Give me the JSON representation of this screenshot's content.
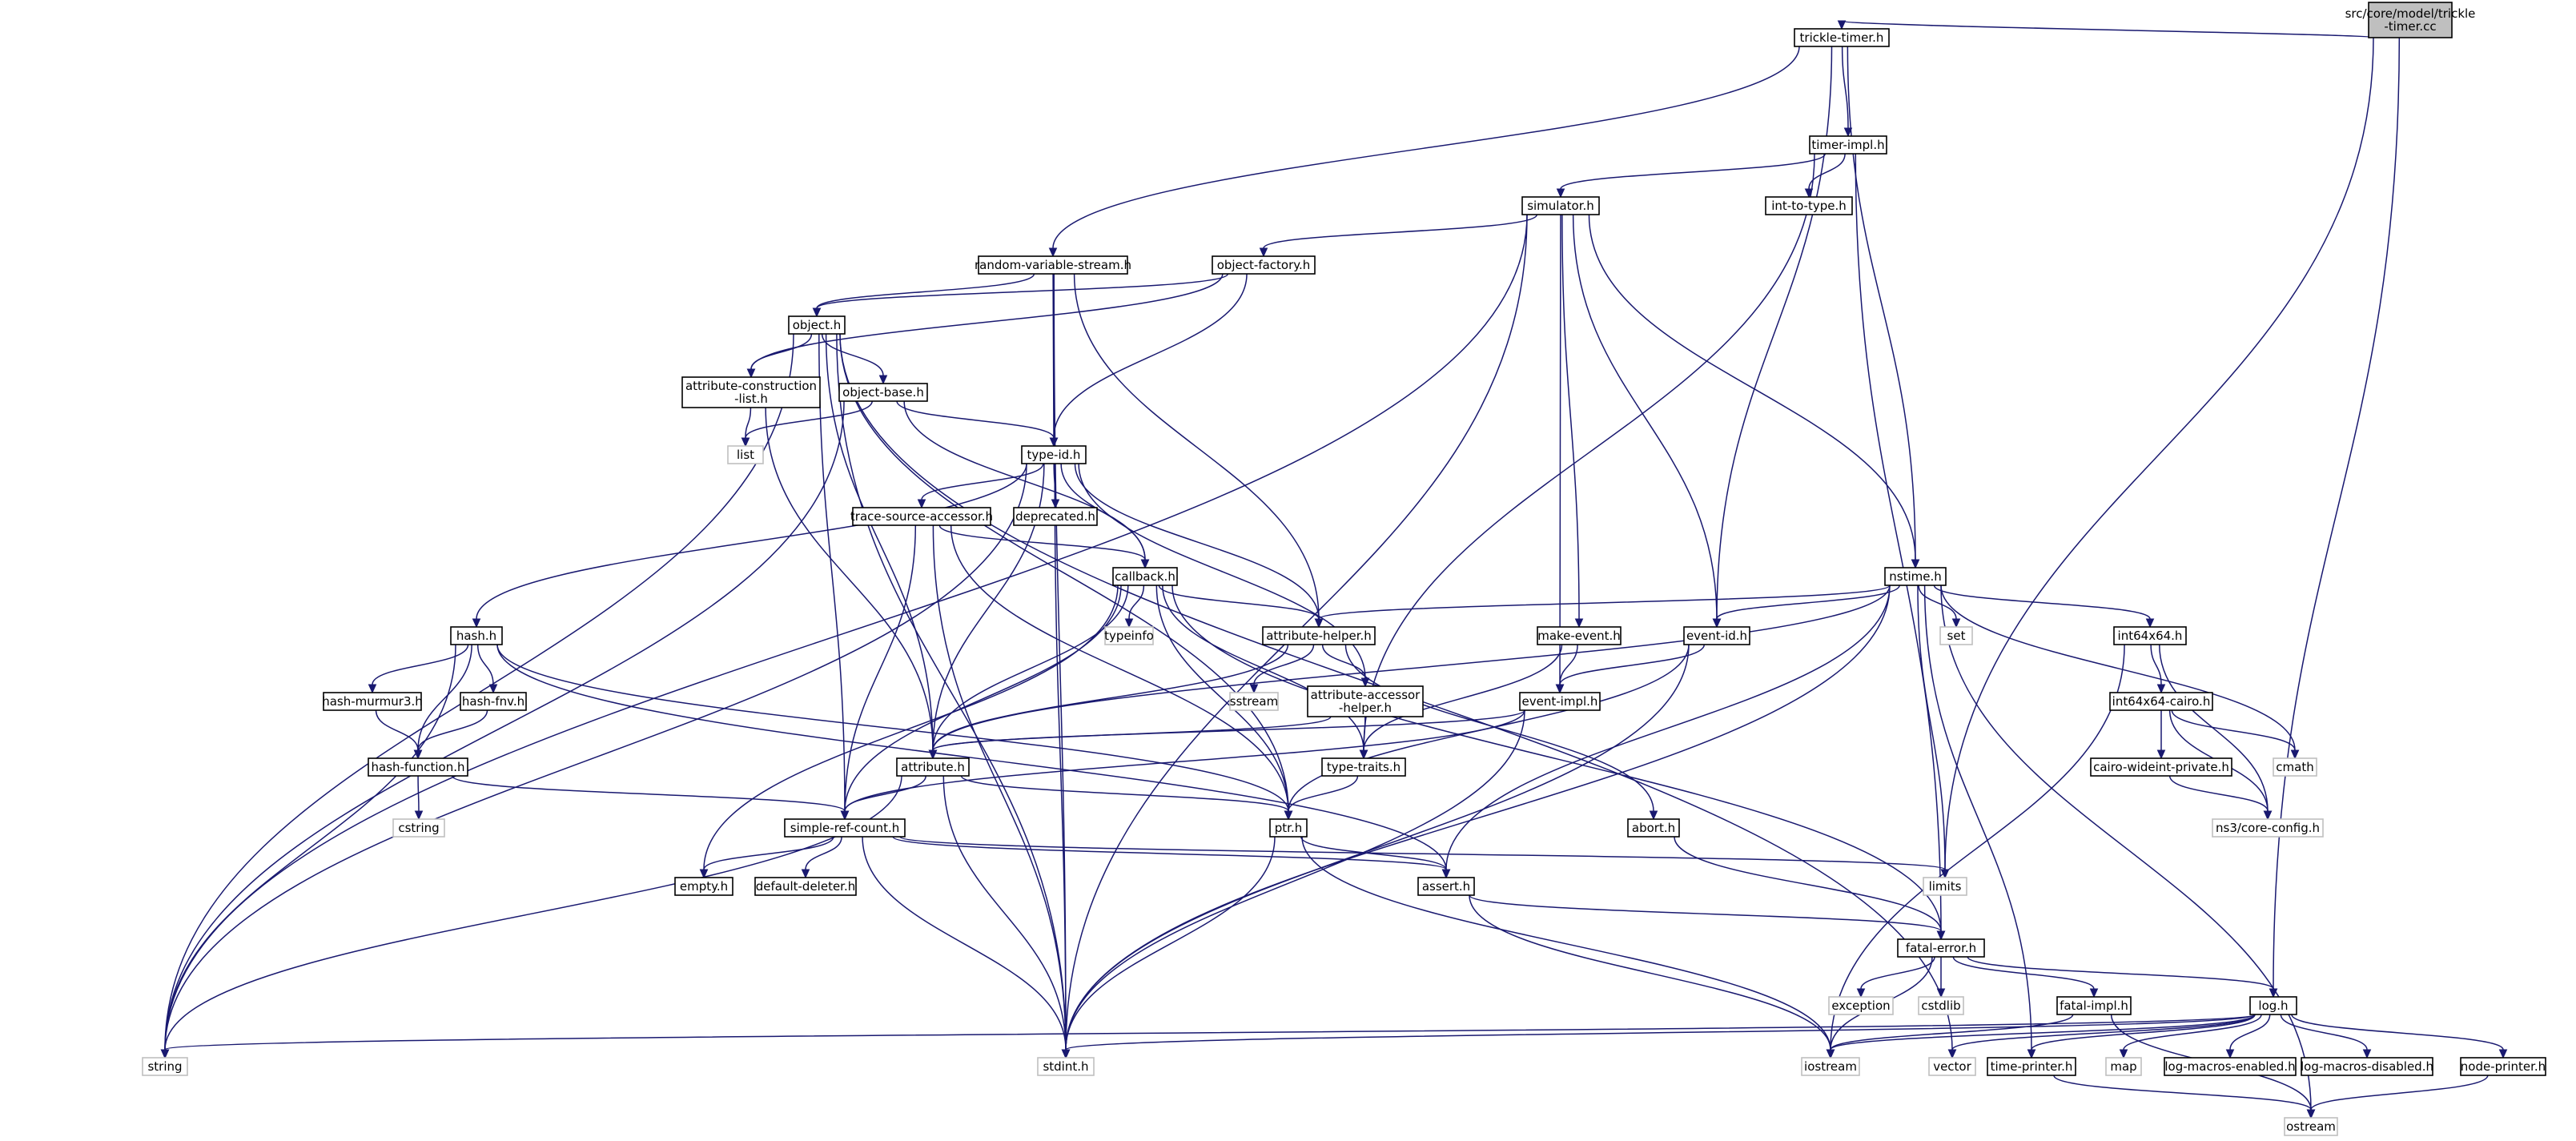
{
  "diagram": {
    "type": "include-dependency-graph",
    "nodes": [
      {
        "id": "root",
        "lines": [
          "src/core/model/trickle",
          "-timer.cc"
        ],
        "kind": "root"
      },
      {
        "id": "trickle_timer_h",
        "lines": [
          "trickle-timer.h"
        ],
        "kind": "file"
      },
      {
        "id": "timer_impl_h",
        "lines": [
          "timer-impl.h"
        ],
        "kind": "file"
      },
      {
        "id": "int_to_type_h",
        "lines": [
          "int-to-type.h"
        ],
        "kind": "file"
      },
      {
        "id": "simulator_h",
        "lines": [
          "simulator.h"
        ],
        "kind": "file"
      },
      {
        "id": "random_variable_stream_h",
        "lines": [
          "random-variable-stream.h"
        ],
        "kind": "file"
      },
      {
        "id": "object_factory_h",
        "lines": [
          "object-factory.h"
        ],
        "kind": "file"
      },
      {
        "id": "object_h",
        "lines": [
          "object.h"
        ],
        "kind": "file"
      },
      {
        "id": "attribute_construction_list_h",
        "lines": [
          "attribute-construction",
          "-list.h"
        ],
        "kind": "file"
      },
      {
        "id": "object_base_h",
        "lines": [
          "object-base.h"
        ],
        "kind": "file"
      },
      {
        "id": "list",
        "lines": [
          "list"
        ],
        "kind": "system"
      },
      {
        "id": "type_id_h",
        "lines": [
          "type-id.h"
        ],
        "kind": "file"
      },
      {
        "id": "trace_source_accessor_h",
        "lines": [
          "trace-source-accessor.h"
        ],
        "kind": "file"
      },
      {
        "id": "deprecated_h",
        "lines": [
          "deprecated.h"
        ],
        "kind": "file"
      },
      {
        "id": "callback_h",
        "lines": [
          "callback.h"
        ],
        "kind": "file"
      },
      {
        "id": "typeinfo",
        "lines": [
          "typeinfo"
        ],
        "kind": "system"
      },
      {
        "id": "attribute_helper_h",
        "lines": [
          "attribute-helper.h"
        ],
        "kind": "file"
      },
      {
        "id": "sstream",
        "lines": [
          "sstream"
        ],
        "kind": "system"
      },
      {
        "id": "attribute_accessor_helper_h",
        "lines": [
          "attribute-accessor",
          "-helper.h"
        ],
        "kind": "file"
      },
      {
        "id": "hash_h",
        "lines": [
          "hash.h"
        ],
        "kind": "file"
      },
      {
        "id": "hash_murmur3_h",
        "lines": [
          "hash-murmur3.h"
        ],
        "kind": "file"
      },
      {
        "id": "hash_fnv_h",
        "lines": [
          "hash-fnv.h"
        ],
        "kind": "file"
      },
      {
        "id": "hash_function_h",
        "lines": [
          "hash-function.h"
        ],
        "kind": "file"
      },
      {
        "id": "cstring",
        "lines": [
          "cstring"
        ],
        "kind": "system"
      },
      {
        "id": "attribute_h",
        "lines": [
          "attribute.h"
        ],
        "kind": "file"
      },
      {
        "id": "simple_ref_count_h",
        "lines": [
          "simple-ref-count.h"
        ],
        "kind": "file"
      },
      {
        "id": "empty_h",
        "lines": [
          "empty.h"
        ],
        "kind": "file"
      },
      {
        "id": "default_deleter_h",
        "lines": [
          "default-deleter.h"
        ],
        "kind": "file"
      },
      {
        "id": "type_traits_h",
        "lines": [
          "type-traits.h"
        ],
        "kind": "file"
      },
      {
        "id": "ptr_h",
        "lines": [
          "ptr.h"
        ],
        "kind": "file"
      },
      {
        "id": "assert_h",
        "lines": [
          "assert.h"
        ],
        "kind": "file"
      },
      {
        "id": "make_event_h",
        "lines": [
          "make-event.h"
        ],
        "kind": "file"
      },
      {
        "id": "event_impl_h",
        "lines": [
          "event-impl.h"
        ],
        "kind": "file"
      },
      {
        "id": "event_id_h",
        "lines": [
          "event-id.h"
        ],
        "kind": "file"
      },
      {
        "id": "nstime_h",
        "lines": [
          "nstime.h"
        ],
        "kind": "file"
      },
      {
        "id": "set",
        "lines": [
          "set"
        ],
        "kind": "system"
      },
      {
        "id": "int64x64_h",
        "lines": [
          "int64x64.h"
        ],
        "kind": "file"
      },
      {
        "id": "int64x64_cairo_h",
        "lines": [
          "int64x64-cairo.h"
        ],
        "kind": "file"
      },
      {
        "id": "cmath",
        "lines": [
          "cmath"
        ],
        "kind": "system"
      },
      {
        "id": "cairo_wideint_private_h",
        "lines": [
          "cairo-wideint-private.h"
        ],
        "kind": "file"
      },
      {
        "id": "ns3_core_config_h",
        "lines": [
          "ns3/core-config.h"
        ],
        "kind": "system"
      },
      {
        "id": "abort_h",
        "lines": [
          "abort.h"
        ],
        "kind": "file"
      },
      {
        "id": "limits",
        "lines": [
          "limits"
        ],
        "kind": "system"
      },
      {
        "id": "fatal_error_h",
        "lines": [
          "fatal-error.h"
        ],
        "kind": "file"
      },
      {
        "id": "exception",
        "lines": [
          "exception"
        ],
        "kind": "system"
      },
      {
        "id": "cstdlib",
        "lines": [
          "cstdlib"
        ],
        "kind": "system"
      },
      {
        "id": "fatal_impl_h",
        "lines": [
          "fatal-impl.h"
        ],
        "kind": "file"
      },
      {
        "id": "log_h",
        "lines": [
          "log.h"
        ],
        "kind": "file"
      },
      {
        "id": "iostream",
        "lines": [
          "iostream"
        ],
        "kind": "system"
      },
      {
        "id": "vector",
        "lines": [
          "vector"
        ],
        "kind": "system"
      },
      {
        "id": "time_printer_h",
        "lines": [
          "time-printer.h"
        ],
        "kind": "file"
      },
      {
        "id": "map",
        "lines": [
          "map"
        ],
        "kind": "system"
      },
      {
        "id": "log_macros_enabled_h",
        "lines": [
          "log-macros-enabled.h"
        ],
        "kind": "file"
      },
      {
        "id": "log_macros_disabled_h",
        "lines": [
          "log-macros-disabled.h"
        ],
        "kind": "file"
      },
      {
        "id": "node_printer_h",
        "lines": [
          "node-printer.h"
        ],
        "kind": "file"
      },
      {
        "id": "ostream",
        "lines": [
          "ostream"
        ],
        "kind": "system"
      },
      {
        "id": "string",
        "lines": [
          "string"
        ],
        "kind": "system"
      },
      {
        "id": "stdint_h",
        "lines": [
          "stdint.h"
        ],
        "kind": "system"
      }
    ],
    "edges": [
      [
        "root",
        "trickle_timer_h"
      ],
      [
        "root",
        "limits"
      ],
      [
        "root",
        "log_h"
      ],
      [
        "trickle_timer_h",
        "timer_impl_h"
      ],
      [
        "trickle_timer_h",
        "random_variable_stream_h"
      ],
      [
        "trickle_timer_h",
        "event_id_h"
      ],
      [
        "trickle_timer_h",
        "nstime_h"
      ],
      [
        "timer_impl_h",
        "simulator_h"
      ],
      [
        "timer_impl_h",
        "int_to_type_h"
      ],
      [
        "timer_impl_h",
        "type_traits_h"
      ],
      [
        "timer_impl_h",
        "fatal_error_h"
      ],
      [
        "simulator_h",
        "object_factory_h"
      ],
      [
        "simulator_h",
        "string"
      ],
      [
        "simulator_h",
        "stdint_h"
      ],
      [
        "simulator_h",
        "event_impl_h"
      ],
      [
        "simulator_h",
        "make_event_h"
      ],
      [
        "simulator_h",
        "event_id_h"
      ],
      [
        "simulator_h",
        "nstime_h"
      ],
      [
        "random_variable_stream_h",
        "object_h"
      ],
      [
        "random_variable_stream_h",
        "type_id_h"
      ],
      [
        "random_variable_stream_h",
        "attribute_helper_h"
      ],
      [
        "random_variable_stream_h",
        "stdint_h"
      ],
      [
        "object_factory_h",
        "object_h"
      ],
      [
        "object_factory_h",
        "attribute_construction_list_h"
      ],
      [
        "object_factory_h",
        "type_id_h"
      ],
      [
        "object_h",
        "attribute_construction_list_h"
      ],
      [
        "object_h",
        "object_base_h"
      ],
      [
        "object_h",
        "string"
      ],
      [
        "object_h",
        "stdint_h"
      ],
      [
        "object_h",
        "simple_ref_count_h"
      ],
      [
        "object_h",
        "attribute_h"
      ],
      [
        "object_h",
        "ptr_h"
      ],
      [
        "object_h",
        "vector"
      ],
      [
        "attribute_construction_list_h",
        "list"
      ],
      [
        "attribute_construction_list_h",
        "attribute_h"
      ],
      [
        "object_base_h",
        "list"
      ],
      [
        "object_base_h",
        "type_id_h"
      ],
      [
        "object_base_h",
        "callback_h"
      ],
      [
        "object_base_h",
        "string"
      ],
      [
        "type_id_h",
        "trace_source_accessor_h"
      ],
      [
        "type_id_h",
        "deprecated_h"
      ],
      [
        "type_id_h",
        "callback_h"
      ],
      [
        "type_id_h",
        "attribute_helper_h"
      ],
      [
        "type_id_h",
        "attribute_accessor_helper_h"
      ],
      [
        "type_id_h",
        "hash_h"
      ],
      [
        "type_id_h",
        "attribute_h"
      ],
      [
        "type_id_h",
        "string"
      ],
      [
        "type_id_h",
        "stdint_h"
      ],
      [
        "trace_source_accessor_h",
        "callback_h"
      ],
      [
        "trace_source_accessor_h",
        "simple_ref_count_h"
      ],
      [
        "trace_source_accessor_h",
        "ptr_h"
      ],
      [
        "trace_source_accessor_h",
        "stdint_h"
      ],
      [
        "callback_h",
        "typeinfo"
      ],
      [
        "callback_h",
        "attribute_helper_h"
      ],
      [
        "callback_h",
        "attribute_h"
      ],
      [
        "callback_h",
        "simple_ref_count_h"
      ],
      [
        "callback_h",
        "type_traits_h"
      ],
      [
        "callback_h",
        "ptr_h"
      ],
      [
        "callback_h",
        "empty_h"
      ],
      [
        "callback_h",
        "fatal_error_h"
      ],
      [
        "attribute_helper_h",
        "sstream"
      ],
      [
        "attribute_helper_h",
        "attribute_accessor_helper_h"
      ],
      [
        "attribute_helper_h",
        "attribute_h"
      ],
      [
        "attribute_helper_h",
        "abort_h"
      ],
      [
        "attribute_accessor_helper_h",
        "attribute_h"
      ],
      [
        "attribute_accessor_helper_h",
        "type_traits_h"
      ],
      [
        "hash_h",
        "hash_murmur3_h"
      ],
      [
        "hash_h",
        "hash_fnv_h"
      ],
      [
        "hash_h",
        "hash_function_h"
      ],
      [
        "hash_h",
        "assert_h"
      ],
      [
        "hash_h",
        "ptr_h"
      ],
      [
        "hash_h",
        "string"
      ],
      [
        "hash_murmur3_h",
        "hash_function_h"
      ],
      [
        "hash_fnv_h",
        "hash_function_h"
      ],
      [
        "hash_function_h",
        "cstring"
      ],
      [
        "hash_function_h",
        "simple_ref_count_h"
      ],
      [
        "attribute_h",
        "simple_ref_count_h"
      ],
      [
        "attribute_h",
        "ptr_h"
      ],
      [
        "attribute_h",
        "string"
      ],
      [
        "attribute_h",
        "stdint_h"
      ],
      [
        "simple_ref_count_h",
        "empty_h"
      ],
      [
        "simple_ref_count_h",
        "default_deleter_h"
      ],
      [
        "simple_ref_count_h",
        "assert_h"
      ],
      [
        "simple_ref_count_h",
        "limits"
      ],
      [
        "simple_ref_count_h",
        "stdint_h"
      ],
      [
        "type_traits_h",
        "ptr_h"
      ],
      [
        "ptr_h",
        "assert_h"
      ],
      [
        "ptr_h",
        "iostream"
      ],
      [
        "ptr_h",
        "stdint_h"
      ],
      [
        "assert_h",
        "fatal_error_h"
      ],
      [
        "assert_h",
        "iostream"
      ],
      [
        "make_event_h",
        "event_impl_h"
      ],
      [
        "make_event_h",
        "type_traits_h"
      ],
      [
        "event_impl_h",
        "simple_ref_count_h"
      ],
      [
        "event_impl_h",
        "attribute_h"
      ],
      [
        "event_impl_h",
        "stdint_h"
      ],
      [
        "event_id_h",
        "event_impl_h"
      ],
      [
        "event_id_h",
        "ptr_h"
      ],
      [
        "event_id_h",
        "stdint_h"
      ],
      [
        "nstime_h",
        "event_id_h"
      ],
      [
        "nstime_h",
        "set"
      ],
      [
        "nstime_h",
        "int64x64_h"
      ],
      [
        "nstime_h",
        "attribute_helper_h"
      ],
      [
        "nstime_h",
        "attribute_h"
      ],
      [
        "nstime_h",
        "assert_h"
      ],
      [
        "nstime_h",
        "limits"
      ],
      [
        "nstime_h",
        "cmath"
      ],
      [
        "nstime_h",
        "ostream"
      ],
      [
        "nstime_h",
        "stdint_h"
      ],
      [
        "nstime_h",
        "time_printer_h"
      ],
      [
        "int64x64_h",
        "int64x64_cairo_h"
      ],
      [
        "int64x64_h",
        "ns3_core_config_h"
      ],
      [
        "int64x64_h",
        "iostream"
      ],
      [
        "int64x64_cairo_h",
        "cairo_wideint_private_h"
      ],
      [
        "int64x64_cairo_h",
        "cmath"
      ],
      [
        "int64x64_cairo_h",
        "ns3_core_config_h"
      ],
      [
        "cairo_wideint_private_h",
        "ns3_core_config_h"
      ],
      [
        "abort_h",
        "fatal_error_h"
      ],
      [
        "fatal_error_h",
        "exception"
      ],
      [
        "fatal_error_h",
        "cstdlib"
      ],
      [
        "fatal_error_h",
        "fatal_impl_h"
      ],
      [
        "fatal_error_h",
        "log_h"
      ],
      [
        "fatal_error_h",
        "iostream"
      ],
      [
        "fatal_impl_h",
        "iostream"
      ],
      [
        "fatal_impl_h",
        "ostream"
      ],
      [
        "log_h",
        "string"
      ],
      [
        "log_h",
        "stdint_h"
      ],
      [
        "log_h",
        "iostream"
      ],
      [
        "log_h",
        "vector"
      ],
      [
        "log_h",
        "time_printer_h"
      ],
      [
        "log_h",
        "map"
      ],
      [
        "log_h",
        "log_macros_enabled_h"
      ],
      [
        "log_h",
        "log_macros_disabled_h"
      ],
      [
        "log_h",
        "node_printer_h"
      ],
      [
        "time_printer_h",
        "ostream"
      ],
      [
        "node_printer_h",
        "ostream"
      ]
    ]
  }
}
